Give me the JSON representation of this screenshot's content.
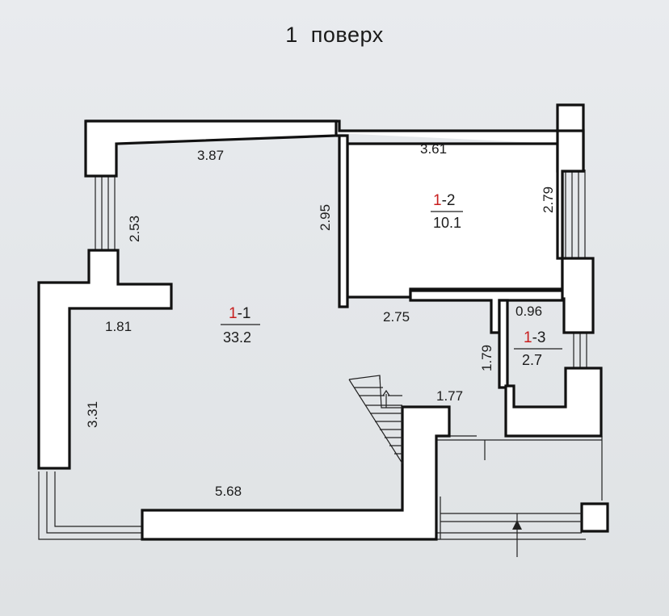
{
  "plan": {
    "title": "1 поверх",
    "rooms": [
      {
        "prefix": "1",
        "number": "-1",
        "area": "33.2"
      },
      {
        "prefix": "1",
        "number": "-2",
        "area": "10.1"
      },
      {
        "prefix": "1",
        "number": "-3",
        "area": "2.7"
      }
    ],
    "dimensions": {
      "d387": "3.87",
      "d361": "3.61",
      "d253": "2.53",
      "d295": "2.95",
      "d279": "2.79",
      "d181": "1.81",
      "d275": "2.75",
      "d096": "0.96",
      "d179": "1.79",
      "d177": "1.77",
      "d331": "3.31",
      "d568": "5.68"
    },
    "colors": {
      "wall": "#111111",
      "room_number_prefix": "#c81e1e",
      "paper": "#e6e9ec"
    }
  }
}
